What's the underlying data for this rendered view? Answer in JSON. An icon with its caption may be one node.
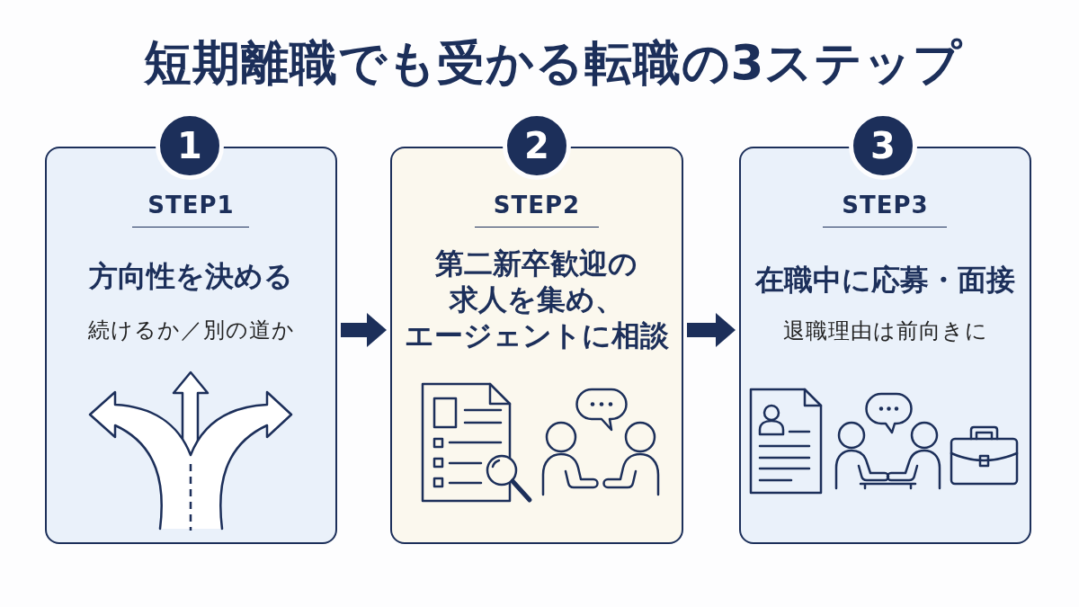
{
  "diagram": {
    "title": "短期離職でも受かる転職の3ステップ",
    "nodes": [
      {
        "text": [
          "1"
        ]
      },
      {
        "text": [
          "STEP1",
          "方向性を決める",
          "続けるか／別の道か"
        ]
      },
      {
        "text": [
          "2"
        ]
      },
      {
        "text": [
          "STEP2",
          "第二新卒歓迎の求人を集め、エージェントに相談"
        ]
      },
      {
        "text": [
          "3"
        ]
      },
      {
        "text": [
          "STEP3",
          "在職中に応募・面接",
          "退職理由は前向きに"
        ]
      }
    ],
    "edges": [
      {
        "from": 1,
        "to": 3,
        "arrow": "to"
      },
      {
        "from": 3,
        "to": 5,
        "arrow": "to"
      }
    ]
  }
}
